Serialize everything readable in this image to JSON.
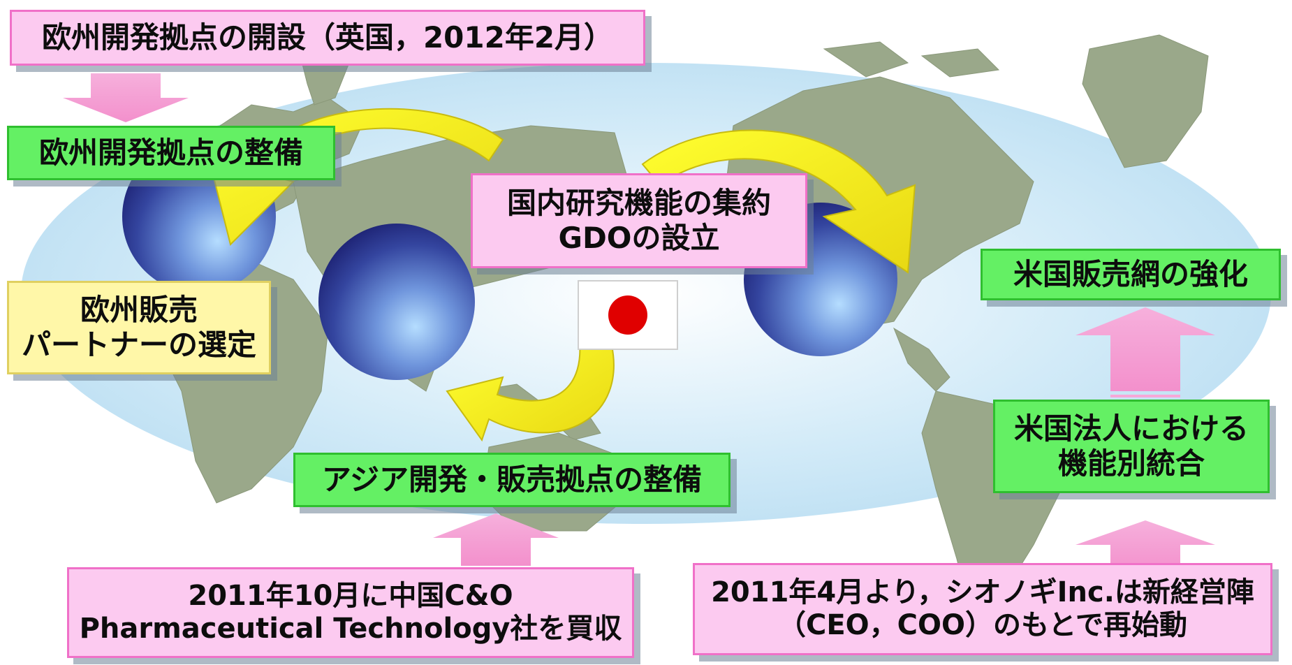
{
  "europe": {
    "opening_label": "欧州開発拠点の開設（英国，2012年2月）",
    "dev_base_label": "欧州開発拠点の整備",
    "sales_partner_lines": [
      "欧州販売",
      "パートナーの選定"
    ]
  },
  "japan": {
    "consolidation_lines": [
      "国内研究機能の集約",
      "GDOの設立"
    ],
    "flag_icon": "japan-flag-icon"
  },
  "asia": {
    "dev_sales_label": "アジア開発・販売拠点の整備",
    "acquisition_lines": [
      "2011年10月に中国C&O",
      "Pharmaceutical Technology社を買収"
    ]
  },
  "usa": {
    "sales_network_label": "米国販売網の強化",
    "integration_lines": [
      "米国法人における",
      "機能別統合"
    ],
    "restart_lines": [
      "2011年4月より，シオノギInc.は新経営陣",
      "（CEO，COO）のもとで再始動"
    ]
  },
  "colors": {
    "pink_box": "#fccaf0",
    "green_box": "#64f064",
    "yellow_box": "#fff7a8",
    "yellow_arrow": "#ffff22",
    "pink_arrow": "#f7a8d8",
    "globe": "#2a3a9c",
    "ocean": "#c6e4f4",
    "land": "#9aa88a"
  }
}
